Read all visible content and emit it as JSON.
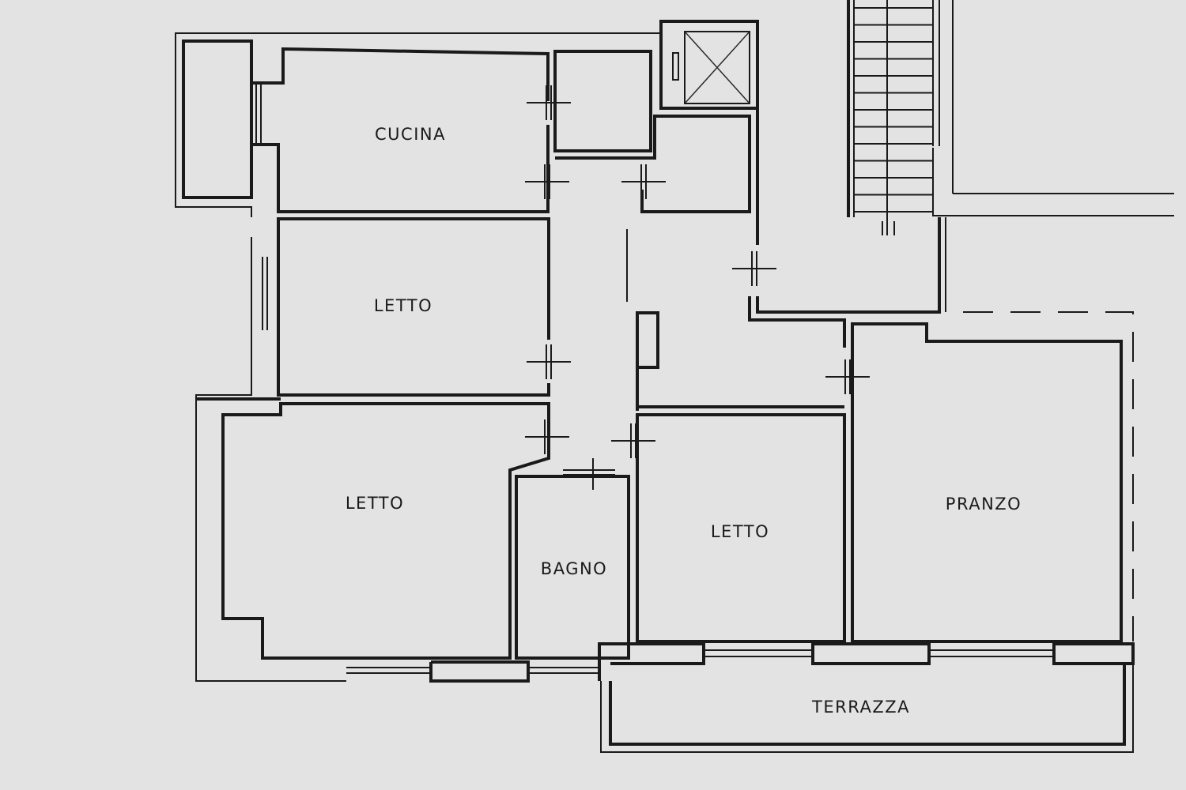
{
  "plan": {
    "rooms": {
      "cucina": "CUCINA",
      "letto_1": "LETTO",
      "letto_2": "LETTO",
      "letto_3": "LETTO",
      "bagno": "BAGNO",
      "pranzo": "PRANZO",
      "terrazza": "TERRAZZA"
    }
  }
}
